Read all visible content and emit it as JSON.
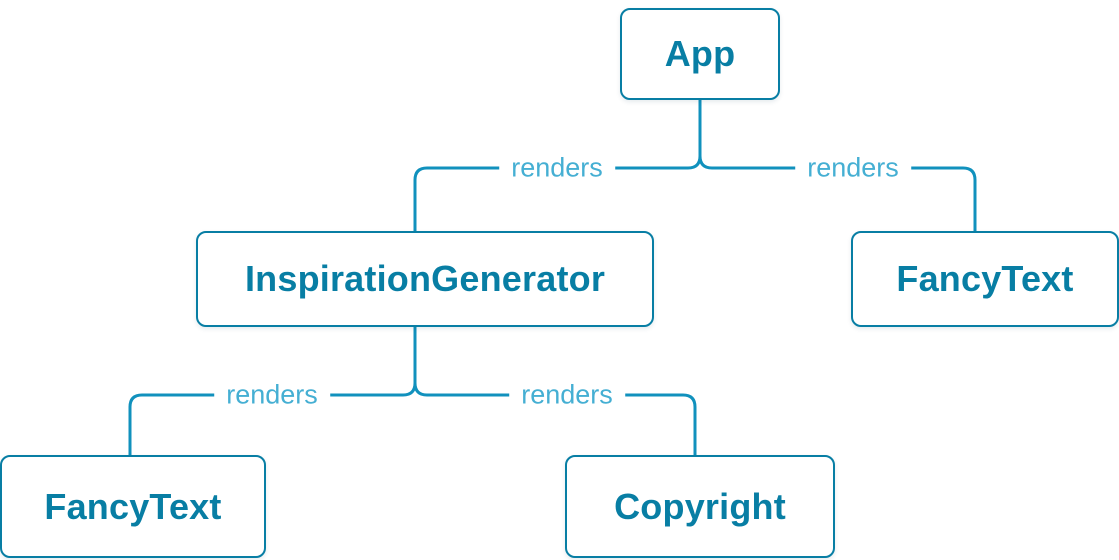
{
  "diagram": {
    "type": "render-tree",
    "colors": {
      "node_border": "#087ea4",
      "node_text": "#087ea4",
      "edge_line": "#1191bd",
      "edge_label_text": "#45afd3",
      "background": "#ffffff"
    },
    "nodes": [
      {
        "id": "app",
        "label": "App"
      },
      {
        "id": "inspiration-generator",
        "label": "InspirationGenerator"
      },
      {
        "id": "fancy-text-top",
        "label": "FancyText"
      },
      {
        "id": "fancy-text-bottom",
        "label": "FancyText"
      },
      {
        "id": "copyright",
        "label": "Copyright"
      }
    ],
    "edges": [
      {
        "from": "App",
        "to": "InspirationGenerator",
        "label": "renders"
      },
      {
        "from": "App",
        "to": "FancyText",
        "label": "renders"
      },
      {
        "from": "InspirationGenerator",
        "to": "FancyText",
        "label": "renders"
      },
      {
        "from": "InspirationGenerator",
        "to": "Copyright",
        "label": "renders"
      }
    ]
  }
}
